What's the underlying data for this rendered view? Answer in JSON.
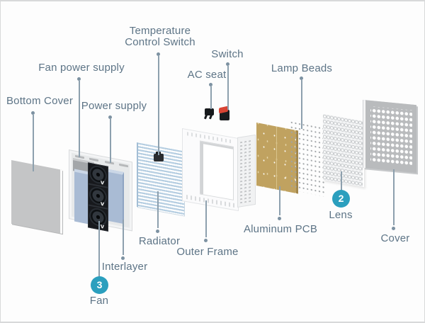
{
  "figure": {
    "description": "Exploded view diagram of an LED panel lamp showing all components"
  },
  "labels": {
    "bottom_cover": "Bottom Cover",
    "fan_power_supply": "Fan power supply",
    "power_supply": "Power supply",
    "temperature_control_switch": "Temperature Control Switch",
    "ac_seat": "AC seat",
    "switch": "Switch",
    "lamp_beads": "Lamp Beads",
    "radiator": "Radiator",
    "interlayer": "Interlayer",
    "outer_frame": "Outer Frame",
    "aluminum_pcb": "Aluminum PCB",
    "fan": "Fan",
    "lens": "Lens",
    "cover": "Cover"
  },
  "badges": {
    "fan_number": "3",
    "lens_number": "2"
  },
  "colors": {
    "accent_badge": "#2b9fbe",
    "label_text": "#5d7486",
    "leader_line": "#8da0ae",
    "pcb_tan": "#c0a260",
    "power_supply_blue": "#a9bbd4",
    "radiator_stripe": "#b7cfe2",
    "cover_gray": "#b9bbbd",
    "background": "#fdfdfd"
  }
}
